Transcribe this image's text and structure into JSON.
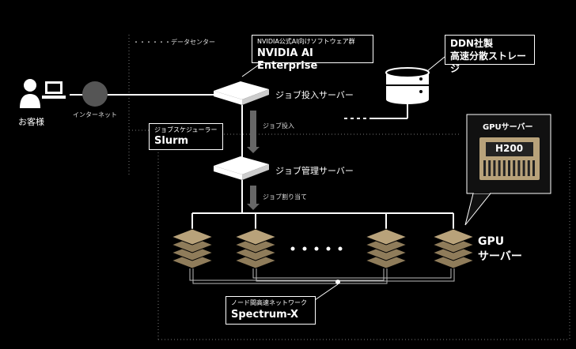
{
  "datacenter_label": "・・・・・・データセンター",
  "customer_label": "お客様",
  "internet_label": "インターネット",
  "nvidia_box": {
    "sub": "NVIDIA公式AI向けソフトウェア群",
    "main": "NVIDIA AI Enterprise"
  },
  "ddn_box": {
    "line1": "DDN社製",
    "line2": "高速分散ストレージ"
  },
  "job_submit_server_label": "ジョブ投入サーバー",
  "job_submit_label": "ジョブ投入",
  "scheduler_box": {
    "sub": "ジョブスケジューラー",
    "main": "Slurm"
  },
  "job_manage_server_label": "ジョブ管理サーバー",
  "job_assign_label": "ジョブ割り当て",
  "gpu_server_box": {
    "title": "GPUサーバー",
    "chip": "H200"
  },
  "gpu_label": {
    "line1": "GPU",
    "line2": "サーバー"
  },
  "network_box": {
    "sub": "ノード間高速ネットワーク",
    "main": "Spectrum-X"
  },
  "colors": {
    "gold": "#b8a27a",
    "background": "#000000",
    "line": "#ffffff"
  }
}
